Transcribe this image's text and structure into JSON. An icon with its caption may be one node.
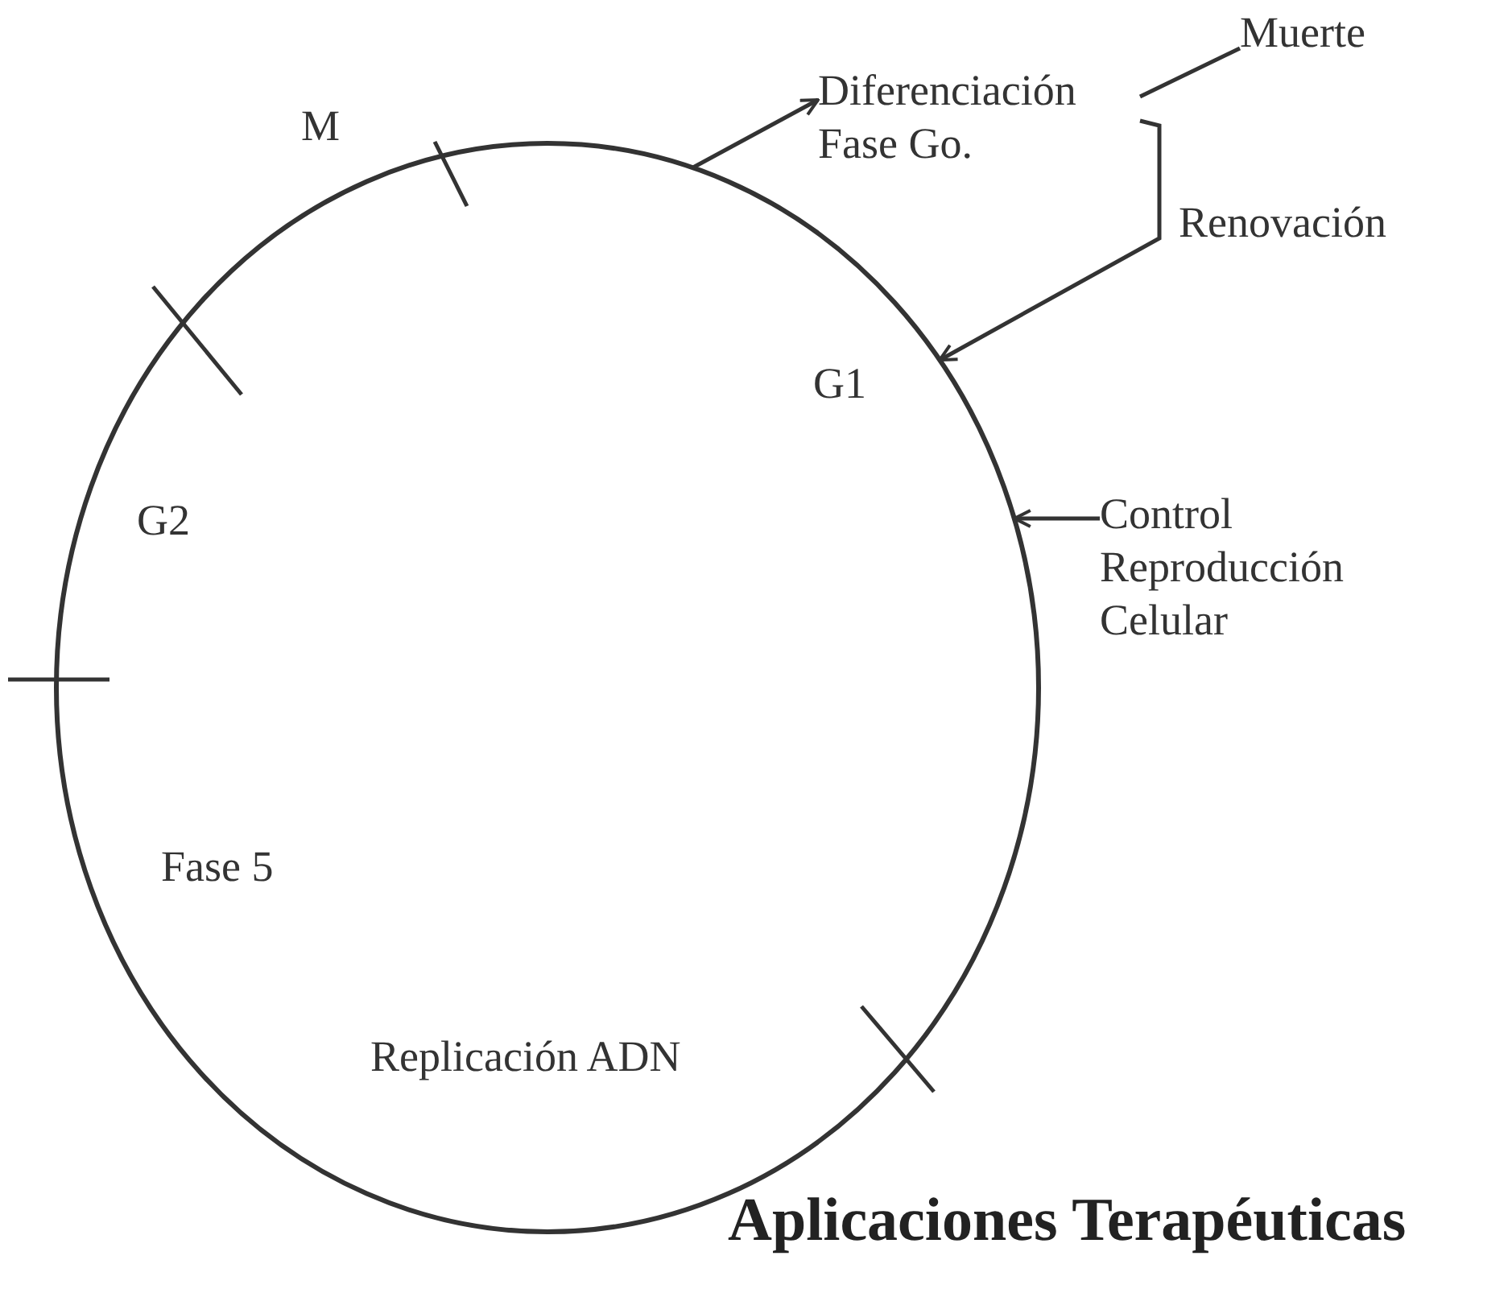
{
  "diagram": {
    "caption": "Aplicaciones Terapéuticas",
    "nodes": [
      {
        "text": [],
        "shape": "circle"
      },
      {
        "text": [
          "Diferenciación Fase Go."
        ]
      },
      {
        "text": [
          "Muerte"
        ]
      },
      {
        "text": [
          "Control Reproducción Celular"
        ]
      }
    ],
    "edges": [
      {
        "from": 0,
        "to": 1,
        "arrow": "to"
      },
      {
        "from": 1,
        "to": 2,
        "arrow": "none"
      },
      {
        "from": 1,
        "to": 0,
        "arrow": "to",
        "label": "Renovación"
      },
      {
        "from": 3,
        "to": 0,
        "arrow": "to"
      }
    ],
    "labels": [
      "M",
      "G1",
      "G2",
      "Fase 5",
      "Replicación ADN"
    ]
  }
}
